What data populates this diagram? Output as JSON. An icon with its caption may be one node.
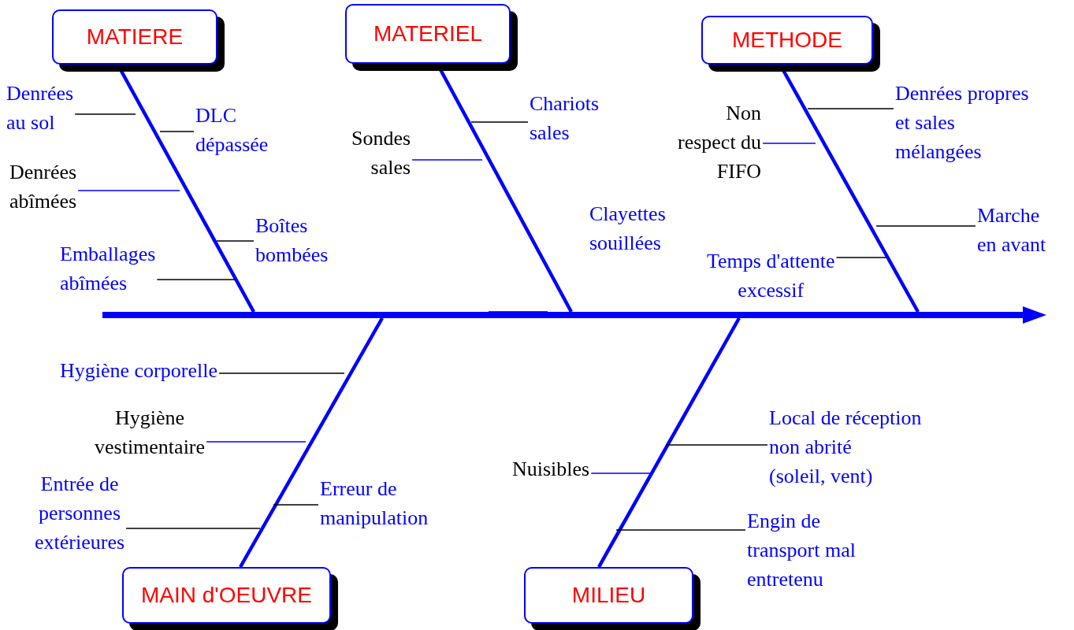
{
  "diagram": {
    "nodes": [
      {
        "text": [
          "MATIERE"
        ]
      },
      {
        "text": [
          "MATERIEL"
        ]
      },
      {
        "text": [
          "METHODE"
        ]
      },
      {
        "text": [
          "MAIN d'OEUVRE"
        ]
      },
      {
        "text": [
          "MILIEU"
        ]
      },
      {
        "text": [],
        "shape": "arrow"
      },
      {
        "text": [
          "Denrées au sol"
        ]
      },
      {
        "text": [
          "DLC dépassée"
        ]
      },
      {
        "text": [
          "Denrées abîmées"
        ]
      },
      {
        "text": [
          "Boîtes bombées"
        ]
      },
      {
        "text": [
          "Emballages abîmées"
        ]
      },
      {
        "text": [
          "Chariots sales"
        ]
      },
      {
        "text": [
          "Sondes sales"
        ]
      },
      {
        "text": [
          "Clayettes souillées"
        ]
      },
      {
        "text": [
          "Non respect du FIFO"
        ]
      },
      {
        "text": [
          "Denrées propres et sales mélangées"
        ]
      },
      {
        "text": [
          "Marche en avant"
        ]
      },
      {
        "text": [
          "Temps d'attente excessif"
        ]
      },
      {
        "text": [
          "Hygiène corporelle"
        ]
      },
      {
        "text": [
          "Hygiène vestimentaire"
        ]
      },
      {
        "text": [
          "Entrée de personnes extérieures"
        ]
      },
      {
        "text": [
          "Erreur de manipulation"
        ]
      },
      {
        "text": [
          "Local de réception non abrité (soleil, vent)"
        ]
      },
      {
        "text": [
          "Nuisibles"
        ]
      },
      {
        "text": [
          "Engin de transport mal entretenu"
        ]
      }
    ],
    "edges": [
      {
        "from": 0,
        "to": 5,
        "arrow": "none",
        "style": "thick",
        "color": "#0000ff"
      },
      {
        "from": 1,
        "to": 5,
        "arrow": "none",
        "style": "thick",
        "color": "#0000ff"
      },
      {
        "from": 2,
        "to": 5,
        "arrow": "none",
        "style": "thick",
        "color": "#0000ff"
      },
      {
        "from": 3,
        "to": 5,
        "arrow": "none",
        "style": "thick",
        "color": "#0000ff"
      },
      {
        "from": 4,
        "to": 5,
        "arrow": "none",
        "style": "thick",
        "color": "#0000ff"
      },
      {
        "from": 6,
        "to": null,
        "arrow": "none"
      },
      {
        "from": 7,
        "to": null,
        "arrow": "none"
      },
      {
        "from": 8,
        "to": null,
        "arrow": "none",
        "color": "#0000ff"
      },
      {
        "from": 9,
        "to": null,
        "arrow": "none"
      },
      {
        "from": 10,
        "to": null,
        "arrow": "none"
      },
      {
        "from": 11,
        "to": null,
        "arrow": "none"
      },
      {
        "from": 12,
        "to": null,
        "arrow": "none",
        "color": "#0000ff"
      },
      {
        "from": 14,
        "to": null,
        "arrow": "none",
        "color": "#0000ff"
      },
      {
        "from": 15,
        "to": null,
        "arrow": "none"
      },
      {
        "from": 16,
        "to": null,
        "arrow": "none"
      },
      {
        "from": 17,
        "to": null,
        "arrow": "none"
      },
      {
        "from": 18,
        "to": null,
        "arrow": "none"
      },
      {
        "from": 19,
        "to": null,
        "arrow": "none",
        "color": "#0000ff"
      },
      {
        "from": 20,
        "to": null,
        "arrow": "none"
      },
      {
        "from": 21,
        "to": null,
        "arrow": "none"
      },
      {
        "from": 22,
        "to": null,
        "arrow": "none"
      },
      {
        "from": 23,
        "to": null,
        "arrow": "none",
        "color": "#0000ff"
      },
      {
        "from": 24,
        "to": null,
        "arrow": "none"
      }
    ]
  }
}
